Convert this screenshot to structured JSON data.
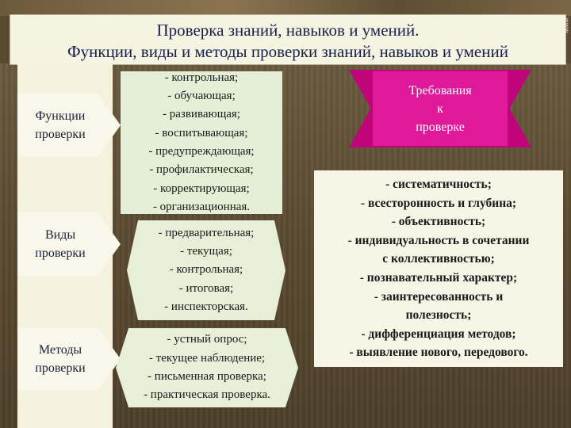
{
  "title": {
    "line1": "Проверка знаний, навыков и умений.",
    "line2": "Функции, виды и методы проверки знаний, навыков и умений"
  },
  "side_mark": "www",
  "sections": [
    {
      "label_lines": [
        "Функции",
        "проверки"
      ],
      "items": [
        "- контрольная;",
        "- обучающая;",
        "- развивающая;",
        "- воспитывающая;",
        "- предупреждающая;",
        "- профилактическая;",
        "- корректирующая;",
        "- организационная."
      ]
    },
    {
      "label_lines": [
        "Виды",
        "проверки"
      ],
      "items": [
        "- предварительная;",
        "- текущая;",
        "- контрольная;",
        "- итоговая;",
        "- инспекторская."
      ]
    },
    {
      "label_lines": [
        "Методы",
        "проверки"
      ],
      "items": [
        "- устный опрос;",
        "- текущее наблюдение;",
        "- письменная проверка;",
        "- практическая проверка."
      ]
    }
  ],
  "requirements": {
    "heading_lines": [
      "Требования",
      "к",
      "проверке"
    ],
    "items": [
      "- систематичность;",
      "- всесторонность и глубина;",
      "- объективность;",
      "- индивидуальность в сочетании",
      "с коллективностью;",
      "- познавательный характер;",
      "- заинтересованность и",
      "полезность;",
      "- дифференциация методов;",
      "- выявление нового, передового."
    ]
  },
  "colors": {
    "title_text": "#1a1f4a",
    "ribbon_outer": "#c0047a",
    "ribbon_inner": "#e0189a",
    "list_fill": "#e5eed6"
  }
}
